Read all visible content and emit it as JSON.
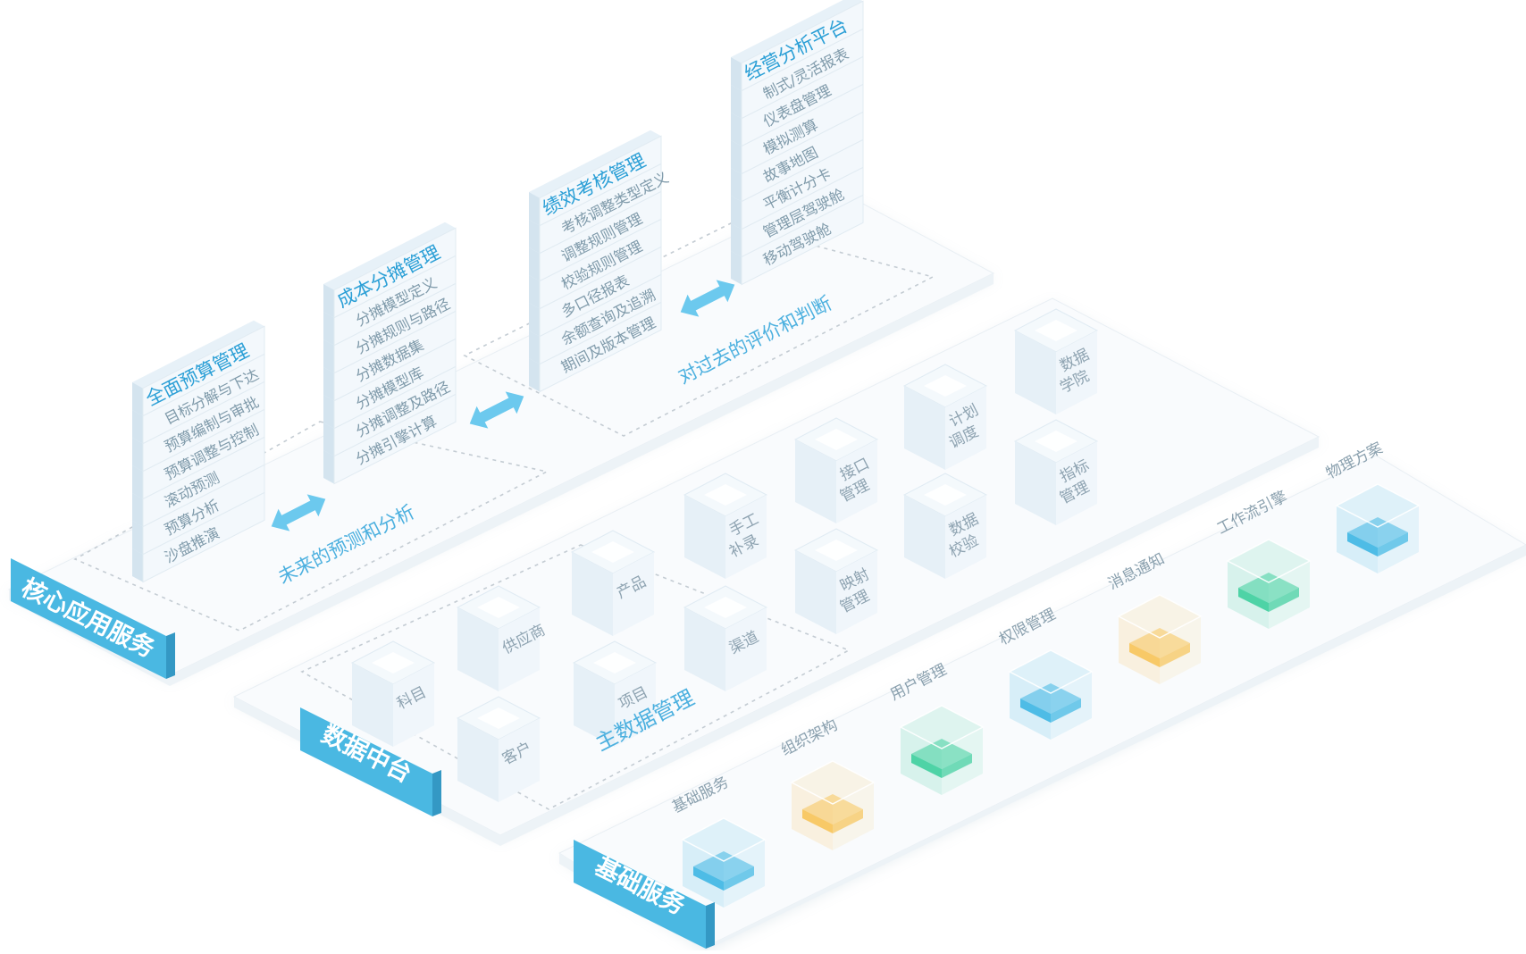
{
  "layers": {
    "core": {
      "label": "核心应用服务",
      "modules": [
        {
          "title": "全面预算管理",
          "items": [
            "目标分解与下达",
            "预算编制与审批",
            "预算调整与控制",
            "滚动预测",
            "预算分析",
            "沙盘推演"
          ]
        },
        {
          "title": "成本分摊管理",
          "items": [
            "分摊模型定义",
            "分摊规则与路径",
            "分摊数据集",
            "分摊模型库",
            "分摊调整及路径",
            "分摊引擎计算"
          ]
        },
        {
          "title": "绩效考核管理",
          "items": [
            "考核调整类型定义",
            "调整规则管理",
            "校验规则管理",
            "多口径报表",
            "余额查询及追溯",
            "期间及版本管理"
          ]
        },
        {
          "title": "经营分析平台",
          "items": [
            "制式/灵活报表",
            "仪表盘管理",
            "模拟测算",
            "故事地图",
            "平衡计分卡",
            "管理层驾驶舱",
            "移动驾驶舱"
          ]
        }
      ],
      "zones": [
        "未来的预测和分析",
        "对过去的评价和判断"
      ]
    },
    "data": {
      "label": "数据中台",
      "zone": "主数据管理",
      "cubes": [
        "科目",
        "客户",
        "供应商",
        "项目",
        "产品",
        "渠道",
        "手工\n补录",
        "映射\n管理",
        "接口\n管理",
        "数据\n校验",
        "计划\n调度",
        "数据\n学院",
        "指标\n管理"
      ]
    },
    "base": {
      "label": "基础服务",
      "services": [
        {
          "name": "基础服务",
          "color": "#3fb6e3"
        },
        {
          "name": "组织架构",
          "color": "#f7c45a"
        },
        {
          "name": "用户管理",
          "color": "#3fcf9e"
        },
        {
          "name": "权限管理",
          "color": "#3fb6e3"
        },
        {
          "name": "消息通知",
          "color": "#f7c45a"
        },
        {
          "name": "工作流引擎",
          "color": "#3fcf9e"
        },
        {
          "name": "物理方案",
          "color": "#3fb6e3"
        }
      ]
    }
  },
  "colors": {
    "accent": "#4ab8e2",
    "title_text": "#2b9fd6",
    "item_text": "#7f9aaa",
    "platform": "#f8fafc"
  }
}
